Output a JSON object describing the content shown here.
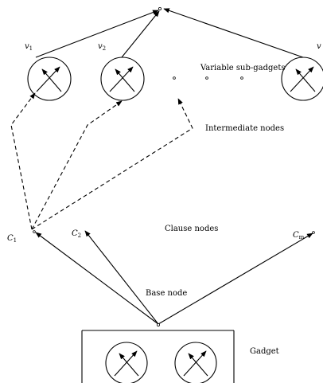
{
  "labels": {
    "v1_main": "v",
    "v1_sub": "1",
    "v2_main": "v",
    "v2_sub": "2",
    "vn_main": "v",
    "variable_sub_gadgets": "Variable sub-gadgets",
    "intermediate_nodes": "Intermediate nodes",
    "c1_main": "C",
    "c1_sub": "1",
    "c2_main": "C",
    "c2_sub": "2",
    "cm_main": "C",
    "cm_sub": "m",
    "clause_nodes": "Clause nodes",
    "base_node": "Base node",
    "gadget": "Gadget"
  }
}
